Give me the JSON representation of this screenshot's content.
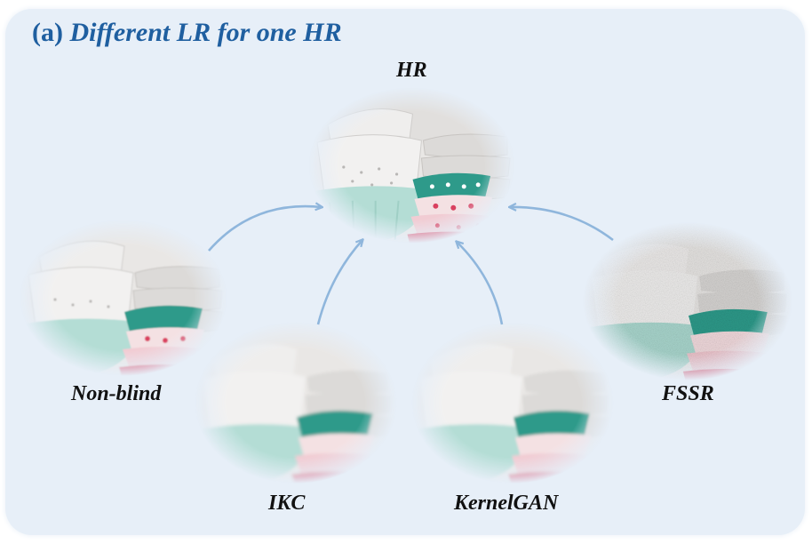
{
  "title": {
    "prefix": "(a)",
    "text": "Different LR for one HR"
  },
  "colors": {
    "panel_bg": "#e7eff8",
    "title": "#1f5fa0",
    "arrow": "#8fb6dc"
  },
  "nodes": {
    "hr": {
      "label": "HR"
    },
    "nonblind": {
      "label": "Non-blind"
    },
    "ikc": {
      "label": "IKC"
    },
    "kernelgan": {
      "label": "KernelGAN"
    },
    "fssr": {
      "label": "FSSR"
    }
  }
}
